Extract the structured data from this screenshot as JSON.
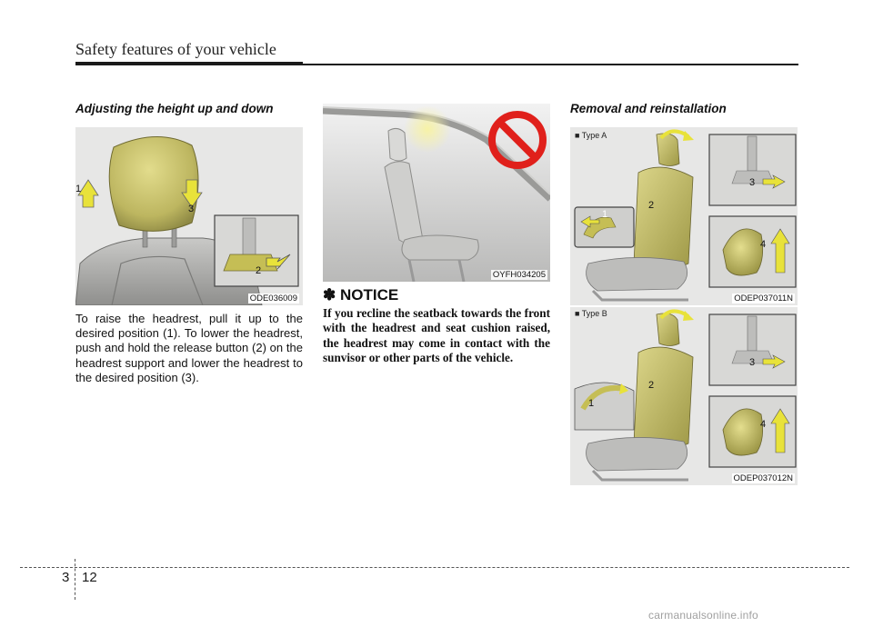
{
  "header": {
    "title": "Safety features of your vehicle"
  },
  "left": {
    "heading": "Adjusting the height up and down",
    "figure_code": "ODE036009",
    "callouts": [
      "1",
      "2",
      "3"
    ],
    "paragraph": "To raise the headrest, pull it up to the desired position (1). To lower the headrest, push and hold the release button (2) on the headrest support and lower the headrest to the desired position (3)."
  },
  "middle": {
    "figure_code": "OYFH034205",
    "notice_title": "✽ NOTICE",
    "notice_text": "If you recline the seatback towards the front with the headrest and seat cushion raised, the headrest may come in contact with the sunvisor or other parts of the vehicle."
  },
  "right": {
    "heading": "Removal and reinstallation",
    "figure_a": {
      "type_label": "■ Type A",
      "code": "ODEP037011N",
      "callouts": [
        "1",
        "2",
        "3",
        "4"
      ]
    },
    "figure_b": {
      "type_label": "■ Type B",
      "code": "ODEP037012N",
      "callouts": [
        "1",
        "2",
        "3",
        "4"
      ]
    }
  },
  "footer": {
    "chapter": "3",
    "page": "12",
    "watermark": "carmanualsonline.info"
  },
  "colors": {
    "accent_yellow": "#d9d34a",
    "arrow_yellow": "#e8e23a",
    "prohibit_red": "#e0201b",
    "rule": "#1a1a1a"
  }
}
